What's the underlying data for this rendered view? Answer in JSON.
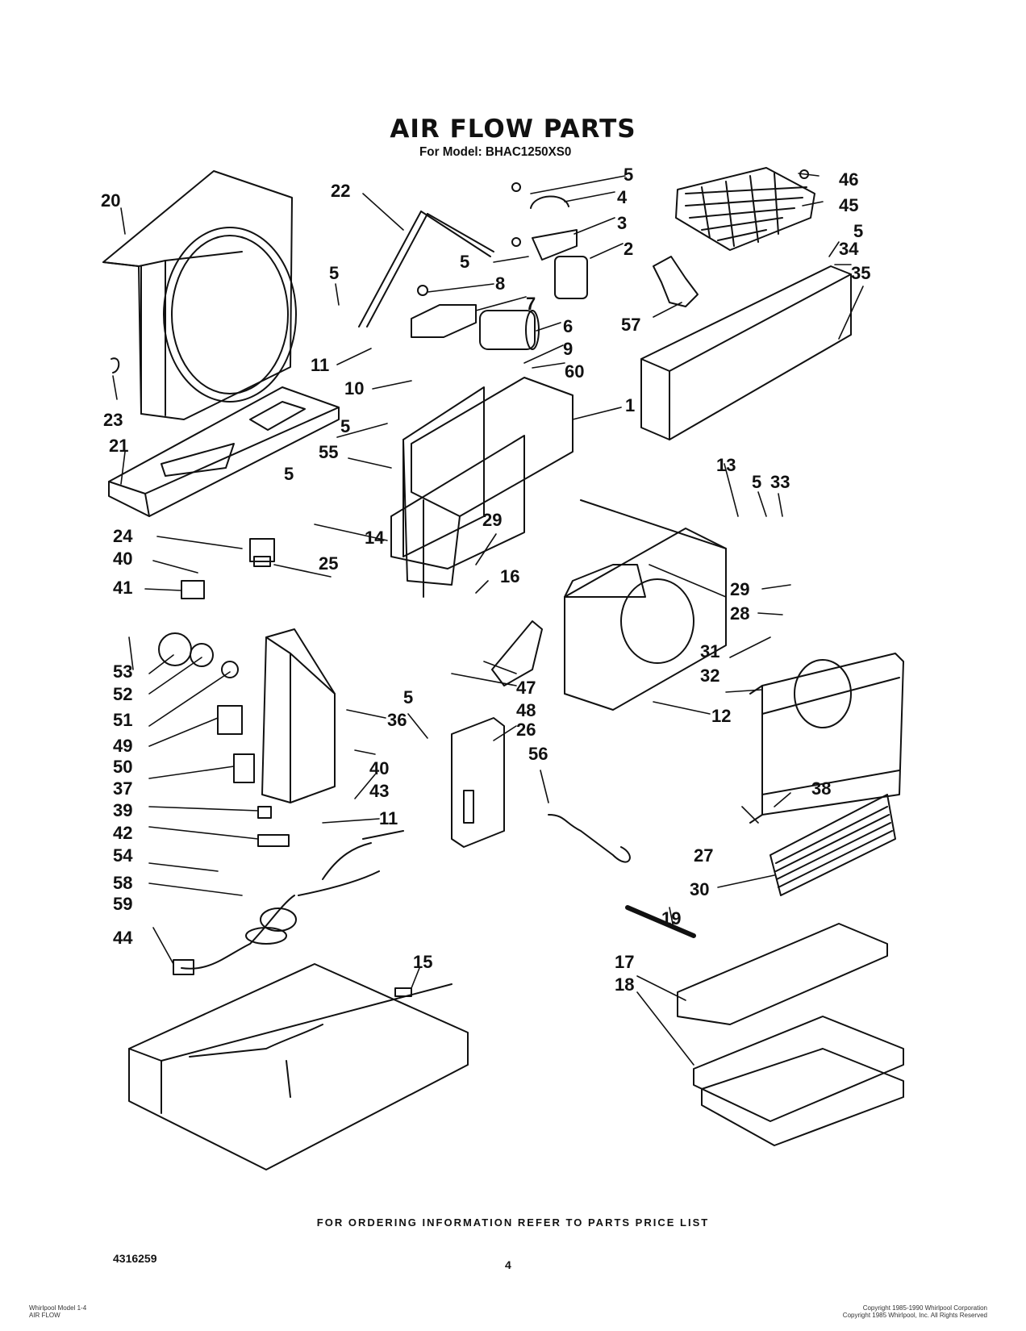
{
  "header": {
    "title": "AIR FLOW PARTS",
    "subtitle": "For Model: BHAC1250XS0"
  },
  "labels": [
    "1",
    "2",
    "3",
    "4",
    "5",
    "5",
    "5",
    "5",
    "5",
    "5",
    "5",
    "5",
    "6",
    "7",
    "8",
    "9",
    "10",
    "11",
    "11",
    "12",
    "13",
    "14",
    "15",
    "16",
    "17",
    "18",
    "19",
    "20",
    "21",
    "22",
    "23",
    "24",
    "25",
    "26",
    "27",
    "28",
    "29",
    "29",
    "30",
    "31",
    "32",
    "33",
    "34",
    "35",
    "36",
    "37",
    "38",
    "39",
    "40",
    "40",
    "41",
    "42",
    "43",
    "44",
    "45",
    "46",
    "47",
    "48",
    "49",
    "50",
    "51",
    "52",
    "53",
    "54",
    "55",
    "56",
    "57",
    "58",
    "59",
    "60"
  ],
  "footer": {
    "ordering_note": "FOR ORDERING INFORMATION REFER TO PARTS PRICE LIST",
    "doc_number": "4316259",
    "page_number": "4",
    "bottom_left_line1": "Whirlpool Model 1-4",
    "bottom_left_line2": "AIR FLOW",
    "bottom_right_line1": "Copyright 1985-1990 Whirlpool Corporation",
    "bottom_right_line2": "Copyright 1985 Whirlpool, Inc. All Rights Reserved"
  }
}
